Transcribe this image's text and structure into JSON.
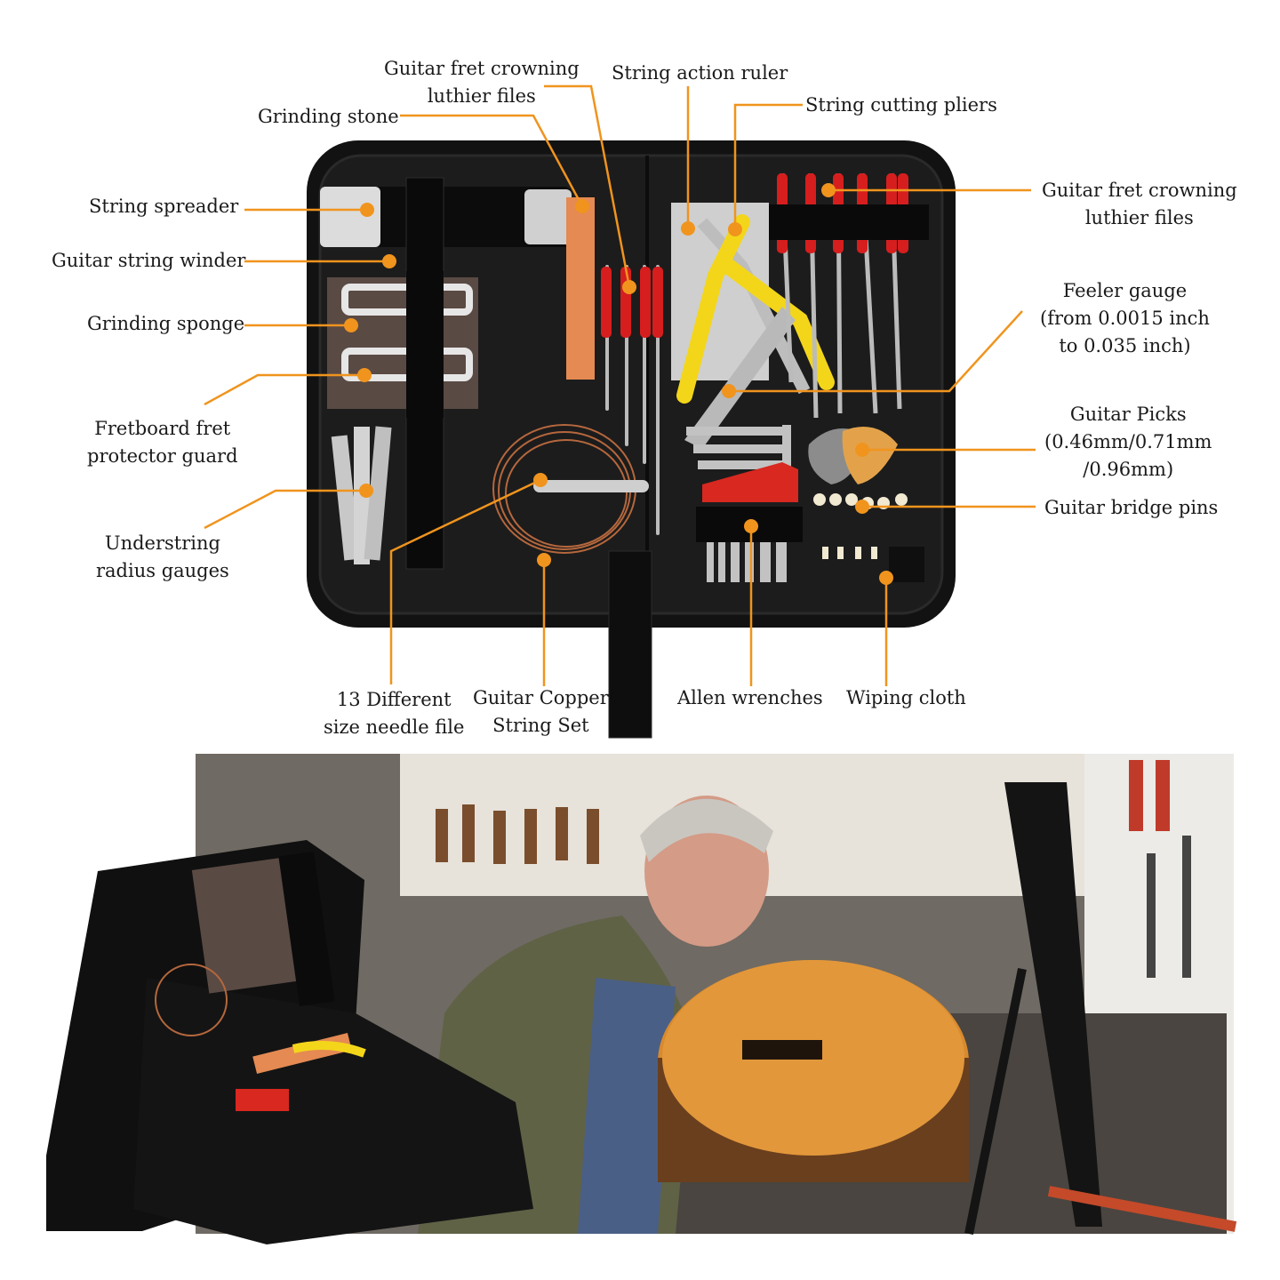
{
  "colors": {
    "accent": "#f0941e",
    "case": "#151515",
    "background": "#ffffff"
  },
  "labels": {
    "grinding_stone": "Grinding stone",
    "fret_files_top": [
      "Guitar fret crowning",
      "luthier files"
    ],
    "string_action_ruler": "String action ruler",
    "string_cutting_pliers": "String cutting pliers",
    "string_spreader": "String spreader",
    "string_winder": "Guitar string winder",
    "grinding_sponge": "Grinding sponge",
    "fret_protector": [
      "Fretboard fret",
      "protector guard"
    ],
    "radius_gauges": [
      "Understring",
      "radius gauges"
    ],
    "fret_files_right": [
      "Guitar fret crowning",
      "luthier files"
    ],
    "feeler_gauge": [
      "Feeler gauge",
      "(from 0.0015 inch",
      "to 0.035 inch)"
    ],
    "guitar_picks": [
      "Guitar Picks",
      "(0.46mm/0.71mm",
      "/0.96mm)"
    ],
    "bridge_pins": "Guitar bridge pins",
    "needle_file": [
      "13 Different",
      "size needle file"
    ],
    "copper_strings": [
      "Guitar Copper",
      "String Set"
    ],
    "allen_wrenches": "Allen wrenches",
    "wiping_cloth": "Wiping cloth"
  }
}
